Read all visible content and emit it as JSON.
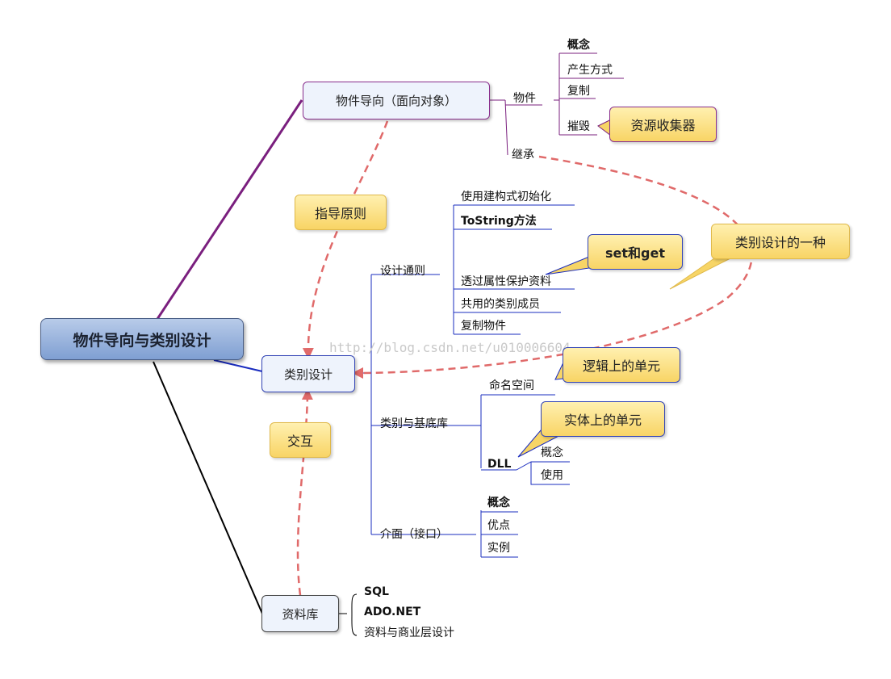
{
  "central": "物件导向与类别设计",
  "branches": {
    "oop": "物件导向（面向对象）",
    "object": "物件",
    "object_children": [
      "概念",
      "产生方式",
      "复制",
      "摧毁"
    ],
    "gc": "资源收集器",
    "inherit": "继承",
    "guide": "指导原则",
    "class_design": "类别设计",
    "kind_of": "类别设计的一种",
    "rules": "设计通则",
    "rules_children": [
      "使用建构式初始化",
      "ToString方法",
      "透过属性保护资料",
      "共用的类别成员",
      "复制物件"
    ],
    "setget": "set和get",
    "lib": "类别与基底库",
    "namespace": "命名空间",
    "logical_unit": "逻辑上的单元",
    "dll": "DLL",
    "physical_unit": "实体上的单元",
    "dll_children": [
      "概念",
      "使用"
    ],
    "iface": "介面（接口）",
    "iface_children": [
      "概念",
      "优点",
      "实例"
    ],
    "interact": "交互",
    "db": "资料库",
    "db_children": [
      "SQL",
      "ADO.NET",
      "资料与商业层设计"
    ]
  },
  "watermark": "http://blog.csdn.net/u010006604"
}
